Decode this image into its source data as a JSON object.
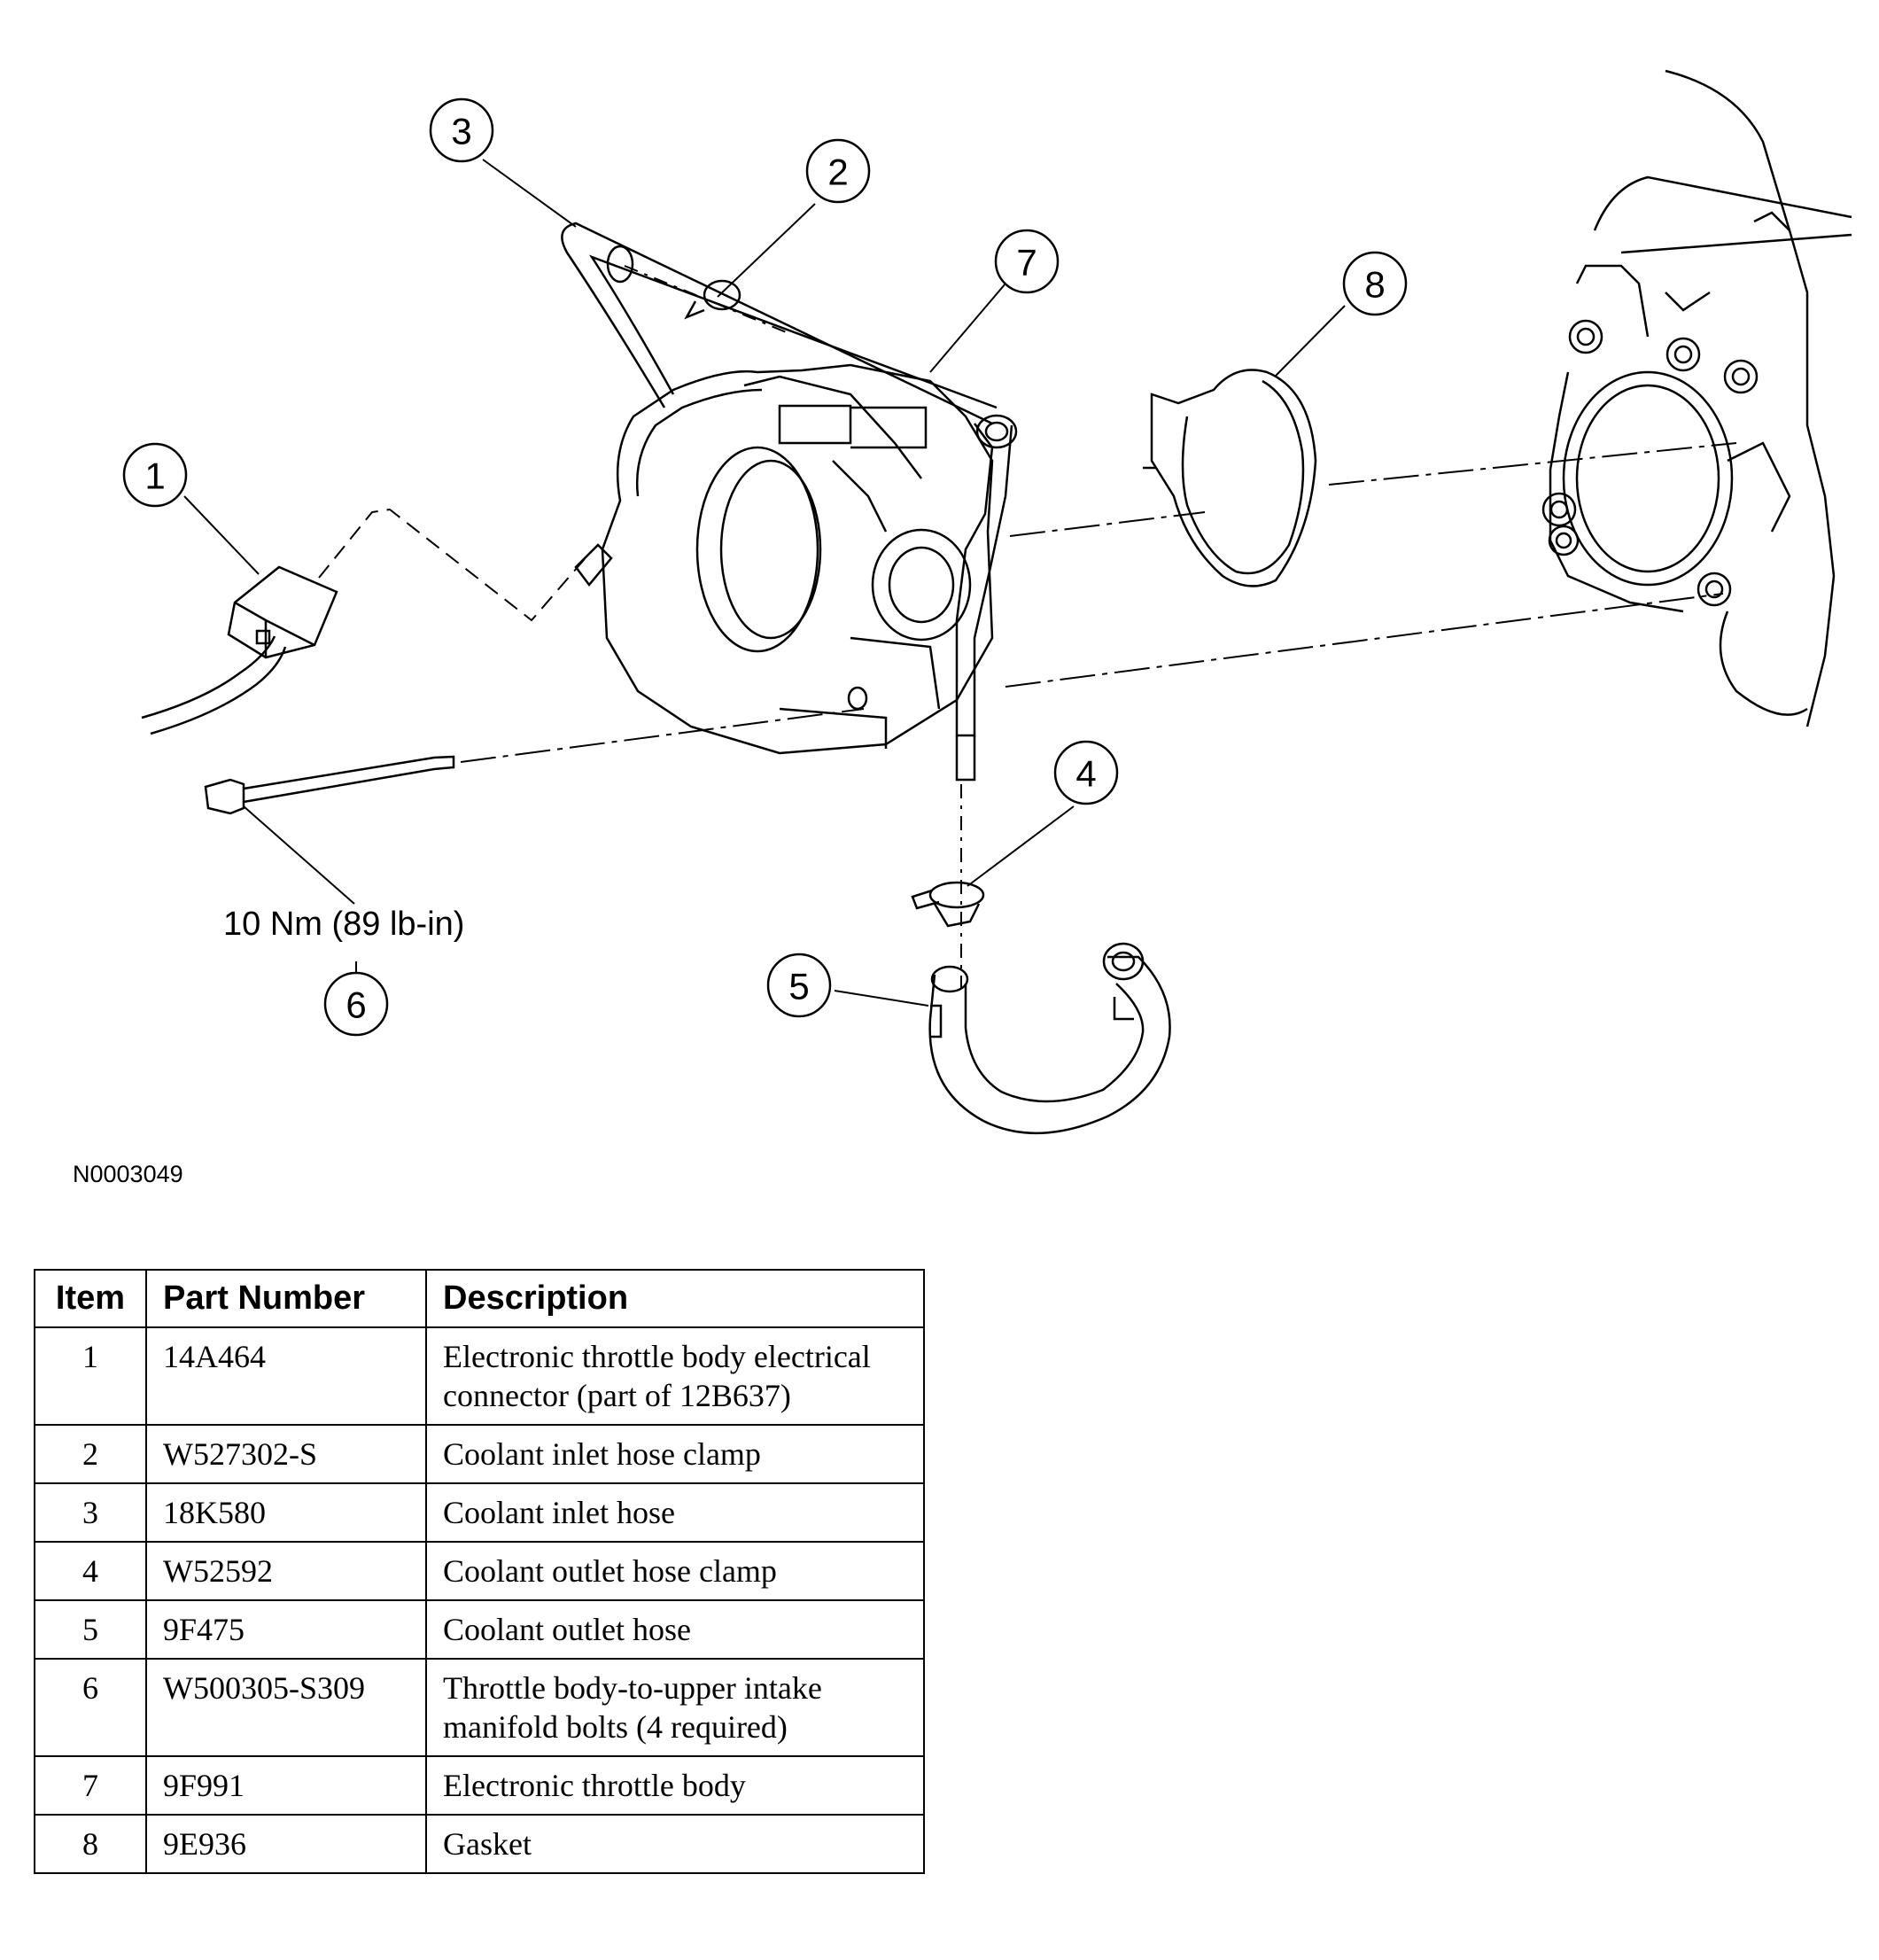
{
  "diagram": {
    "callouts": [
      "1",
      "2",
      "3",
      "4",
      "5",
      "6",
      "7",
      "8"
    ],
    "torque_label": "10 Nm (89 lb-in)",
    "figure_id": "N0003049"
  },
  "table": {
    "headers": {
      "item": "Item",
      "part_number": "Part Number",
      "description": "Description"
    },
    "rows": [
      {
        "item": "1",
        "part_number": "14A464",
        "description": "Electronic throttle body electrical connector (part of 12B637)"
      },
      {
        "item": "2",
        "part_number": "W527302-S",
        "description": "Coolant inlet hose clamp"
      },
      {
        "item": "3",
        "part_number": "18K580",
        "description": "Coolant inlet hose"
      },
      {
        "item": "4",
        "part_number": "W52592",
        "description": "Coolant outlet hose clamp"
      },
      {
        "item": "5",
        "part_number": "9F475",
        "description": "Coolant outlet hose"
      },
      {
        "item": "6",
        "part_number": "W500305-S309",
        "description": "Throttle body-to-upper intake manifold bolts (4 required)"
      },
      {
        "item": "7",
        "part_number": "9F991",
        "description": "Electronic throttle body"
      },
      {
        "item": "8",
        "part_number": "9E936",
        "description": "Gasket"
      }
    ]
  }
}
